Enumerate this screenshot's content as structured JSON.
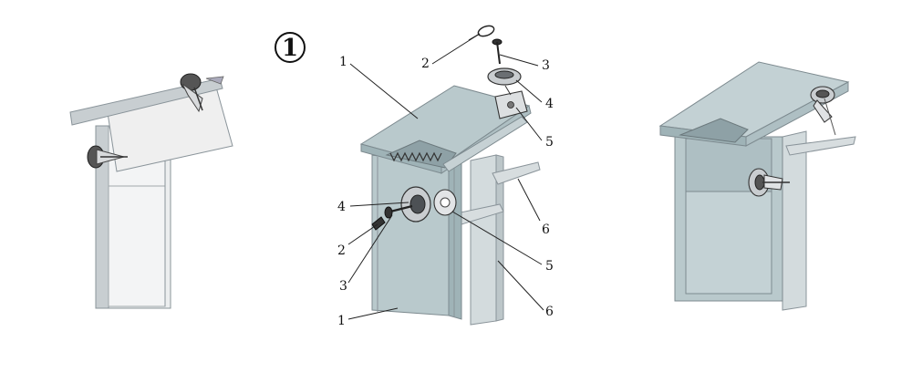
{
  "step": {
    "number": "1"
  },
  "callouts": [
    {
      "text": "1"
    },
    {
      "text": "2"
    },
    {
      "text": "3"
    },
    {
      "text": "4"
    },
    {
      "text": "5"
    },
    {
      "text": "6"
    },
    {
      "text": "4"
    },
    {
      "text": "2"
    },
    {
      "text": "3"
    },
    {
      "text": "5"
    },
    {
      "text": "6"
    },
    {
      "text": "1"
    }
  ],
  "colors": {
    "panel": "#b9c9cc",
    "panel_dark": "#9fb3b7",
    "panel_light": "#d6e0e2",
    "frame": "#e4e7e8",
    "frame_edge": "#8a949a",
    "hardware": "#c9cdd0",
    "ink": "#111111"
  }
}
